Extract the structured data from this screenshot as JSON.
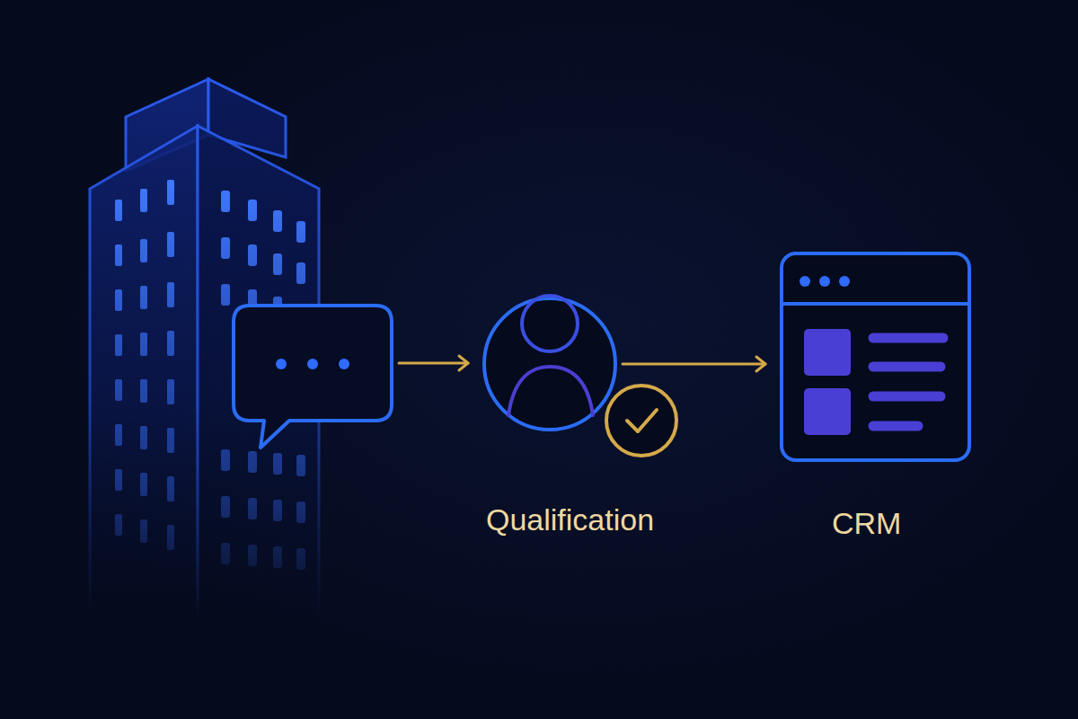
{
  "diagram": {
    "nodes": [
      {
        "text": []
      },
      {
        "text": [
          "Qualification"
        ]
      },
      {
        "text": [
          "CRM"
        ]
      }
    ],
    "edges": [
      {
        "from": 0,
        "to": 1,
        "arrow": "to"
      },
      {
        "from": 1,
        "to": 2,
        "arrow": "to"
      }
    ]
  }
}
